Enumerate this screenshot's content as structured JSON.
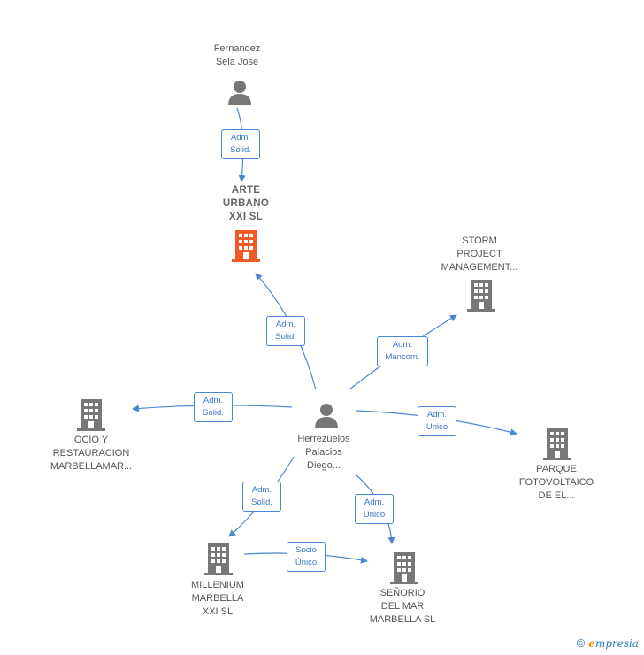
{
  "colors": {
    "edge": "#4a86d1",
    "building": "#777777",
    "building_highlight": "#f05a28",
    "person": "#777777"
  },
  "nodes": {
    "fernandez": {
      "label": "Fernandez\nSela Jose",
      "icon": "person-icon"
    },
    "arte": {
      "label": "ARTE\nURBANO\nXXI  SL",
      "icon": "building-icon"
    },
    "storm": {
      "label": "STORM\nPROJECT\nMANAGEMENT...",
      "icon": "building-icon"
    },
    "ocio": {
      "label": "OCIO Y\nRESTAURACION\nMARBELLAMAR...",
      "icon": "building-icon"
    },
    "herrezuelos": {
      "label": "Herrezuelos\nPalacios\nDiego...",
      "icon": "person-icon"
    },
    "parque": {
      "label": "PARQUE\nFOTOVOLTAICO\nDE EL...",
      "icon": "building-icon"
    },
    "millenium": {
      "label": "MILLENIUM\nMARBELLA\nXXI SL",
      "icon": "building-icon"
    },
    "senorio": {
      "label": "SEÑORIO\nDEL MAR\nMARBELLA SL",
      "icon": "building-icon"
    }
  },
  "edges": {
    "fernandez_arte": "Adm.\nSolid.",
    "herrezuelos_arte": "Adm.\nSolid.",
    "herrezuelos_storm": "Adm.\nMancom.",
    "herrezuelos_ocio": "Adm.\nSolid.",
    "herrezuelos_parque": "Adm.\nUnico",
    "herrezuelos_millenium": "Adm.\nSolid.",
    "herrezuelos_senorio": "Adm.\nUnico",
    "millenium_senorio": "Socio\nÚnico"
  },
  "footer": {
    "copyright": "©",
    "brand_initial": "e",
    "brand_rest": "mpresia"
  }
}
